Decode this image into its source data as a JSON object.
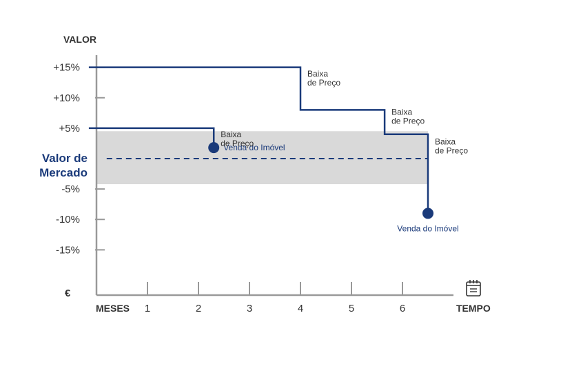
{
  "chart_data": {
    "type": "line",
    "y_axis_title": "VALOR",
    "x_axis_title": "TEMPO",
    "x_origin_label": "MESES",
    "currency_symbol": "€",
    "y_tick_labels": [
      "+15%",
      "+10%",
      "+5%",
      "-5%",
      "-10%",
      "-15%"
    ],
    "y_ticks": [
      15,
      10,
      5,
      -5,
      -10,
      -15
    ],
    "x_tick_labels": [
      "1",
      "2",
      "3",
      "4",
      "5",
      "6"
    ],
    "x_ticks": [
      1,
      2,
      3,
      4,
      5,
      6
    ],
    "x_range": [
      0,
      7
    ],
    "y_range": [
      -17,
      17
    ],
    "market_band": {
      "label_line1": "Valor de",
      "label_line2": "Mercado",
      "y_low": -4.2,
      "y_high": 4.5,
      "reference_y": 0
    },
    "colors": {
      "series": "#1a3a7a",
      "band": "#d9d9d9",
      "axis": "#999999",
      "text": "#333333"
    },
    "series": [
      {
        "points": [
          [
            -0.15,
            15
          ],
          [
            4.0,
            15
          ],
          [
            4.0,
            8
          ],
          [
            5.65,
            8
          ],
          [
            5.65,
            4
          ],
          [
            6.5,
            4
          ],
          [
            6.5,
            -9
          ]
        ],
        "annotations": [
          {
            "text_line1": "Baixa",
            "text_line2": "de Preço",
            "x": 4.0,
            "y": 13.5
          },
          {
            "text_line1": "Baixa",
            "text_line2": "de Preço",
            "x": 5.65,
            "y": 7.2
          },
          {
            "text_line1": "Baixa",
            "text_line2": "de Preço",
            "x": 6.5,
            "y": 2.3
          }
        ],
        "end_label": "Venda do Imóvel"
      },
      {
        "points": [
          [
            -0.15,
            5
          ],
          [
            2.3,
            5
          ],
          [
            2.3,
            1.8
          ]
        ],
        "annotations": [
          {
            "text_line1": "Baixa",
            "text_line2": "de Preço",
            "x": 2.3,
            "y": 3.5
          }
        ],
        "end_label": "Venda do Imóvel"
      }
    ]
  }
}
